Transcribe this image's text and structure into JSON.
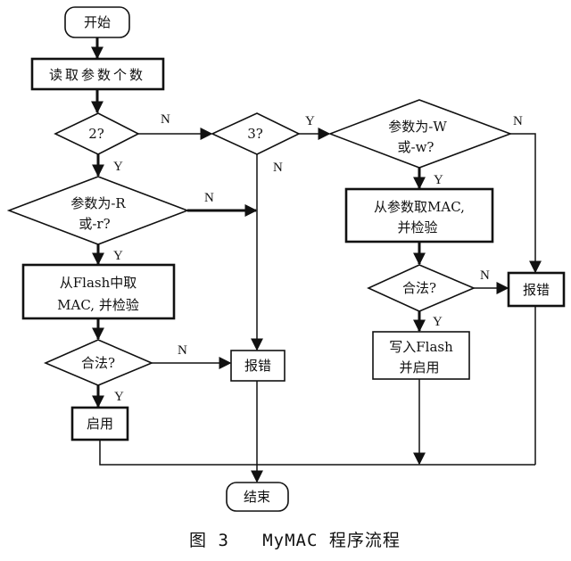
{
  "diagram": {
    "nodes": {
      "start": {
        "type": "terminal",
        "label": "开始"
      },
      "read_count": {
        "type": "process",
        "label": "读取参数个数"
      },
      "is_two": {
        "type": "decision",
        "label": "2?"
      },
      "is_three": {
        "type": "decision",
        "label": "3?"
      },
      "is_w": {
        "type": "decision",
        "label_line1": "参数为-W",
        "label_line2": "或-w?"
      },
      "is_r": {
        "type": "decision",
        "label_line1": "参数为-R",
        "label_line2": "或-r?"
      },
      "get_mac_param": {
        "type": "process",
        "label_line1": "从参数取MAC,",
        "label_line2": "并检验"
      },
      "get_mac_flash": {
        "type": "process",
        "label_line1": "从Flash中取",
        "label_line2": "MAC, 并检验"
      },
      "valid_left": {
        "type": "decision",
        "label": "合法?"
      },
      "valid_right": {
        "type": "decision",
        "label": "合法?"
      },
      "enable": {
        "type": "process",
        "label": "启用"
      },
      "write_flash": {
        "type": "process",
        "label_line1": "写入Flash",
        "label_line2": "并启用"
      },
      "error_mid": {
        "type": "process",
        "label": "报错"
      },
      "error_right": {
        "type": "process",
        "label": "报错"
      },
      "end": {
        "type": "terminal",
        "label": "结束"
      }
    },
    "edges": [
      {
        "from": "start",
        "to": "read_count",
        "label": ""
      },
      {
        "from": "read_count",
        "to": "is_two",
        "label": ""
      },
      {
        "from": "is_two",
        "to": "is_three",
        "label": "N"
      },
      {
        "from": "is_two",
        "to": "is_r",
        "label": "Y"
      },
      {
        "from": "is_three",
        "to": "is_w",
        "label": "Y"
      },
      {
        "from": "is_three",
        "to": "error_mid",
        "label": "N"
      },
      {
        "from": "is_w",
        "to": "get_mac_param",
        "label": "Y"
      },
      {
        "from": "is_w",
        "to": "error_right",
        "label": "N"
      },
      {
        "from": "is_r",
        "to": "get_mac_flash",
        "label": "Y"
      },
      {
        "from": "is_r",
        "to": "error_mid",
        "label": "N"
      },
      {
        "from": "get_mac_flash",
        "to": "valid_left",
        "label": ""
      },
      {
        "from": "valid_left",
        "to": "enable",
        "label": "Y"
      },
      {
        "from": "valid_left",
        "to": "error_mid",
        "label": "N"
      },
      {
        "from": "get_mac_param",
        "to": "valid_right",
        "label": ""
      },
      {
        "from": "valid_right",
        "to": "write_flash",
        "label": "Y"
      },
      {
        "from": "valid_right",
        "to": "error_right",
        "label": "N"
      },
      {
        "from": "enable",
        "to": "end",
        "label": ""
      },
      {
        "from": "error_mid",
        "to": "end",
        "label": ""
      },
      {
        "from": "write_flash",
        "to": "end",
        "label": ""
      },
      {
        "from": "error_right",
        "to": "end",
        "label": ""
      }
    ],
    "branch_labels": {
      "yes": "Y",
      "no": "N"
    }
  },
  "caption": "图 3   MyMAC 程序流程"
}
